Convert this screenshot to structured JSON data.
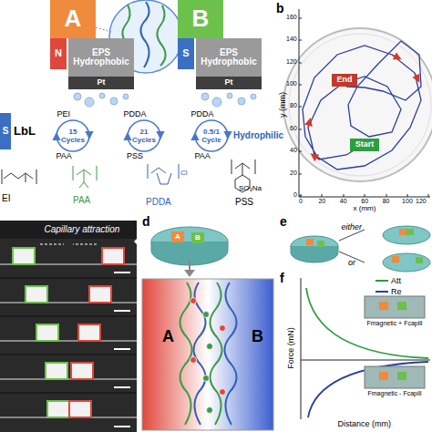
{
  "diagram": {
    "nodes": [
      {
        "text": [
          "A"
        ]
      },
      {
        "text": [
          "N"
        ]
      },
      {
        "text": [
          "EPS Hydrophobic"
        ]
      },
      {
        "text": [
          "Pt"
        ]
      },
      {
        "text": [
          "B"
        ]
      },
      {
        "text": [
          "S"
        ]
      },
      {
        "text": [
          "EPS Hydrophobic"
        ]
      },
      {
        "text": [
          "Pt"
        ]
      },
      {
        "text": [
          "S"
        ]
      },
      {
        "text": [
          "End"
        ]
      },
      {
        "text": [
          "Start"
        ]
      },
      {
        "text": [
          "A"
        ]
      },
      {
        "text": [
          "B"
        ]
      }
    ],
    "labels": [
      "b",
      "LbL",
      "PEI",
      "15 Cycles",
      "PAA",
      "PDDA",
      "21 Cycles",
      "PSS",
      "PDDA",
      "0.5/1 Cycle",
      "PAA",
      "Hydrophilic",
      "EI",
      "PAA",
      "PDDA",
      "PSS",
      "Cl",
      "SO₃Na",
      "y (mm)",
      "0",
      "20",
      "40",
      "60",
      "80",
      "100",
      "120",
      "140",
      "160",
      "0",
      "20",
      "40",
      "60",
      "80",
      "100",
      "120",
      "x (mm)",
      "Capillary attraction",
      "d",
      "A",
      "B",
      "e",
      "either",
      "or",
      "f",
      "Force (mN)",
      "Distance (mm)",
      "Fmagnetic + Fcapill",
      "Fmagnetic - Fcapill"
    ],
    "legend": [
      {
        "text": "Att"
      },
      {
        "text": "Re"
      }
    ]
  }
}
